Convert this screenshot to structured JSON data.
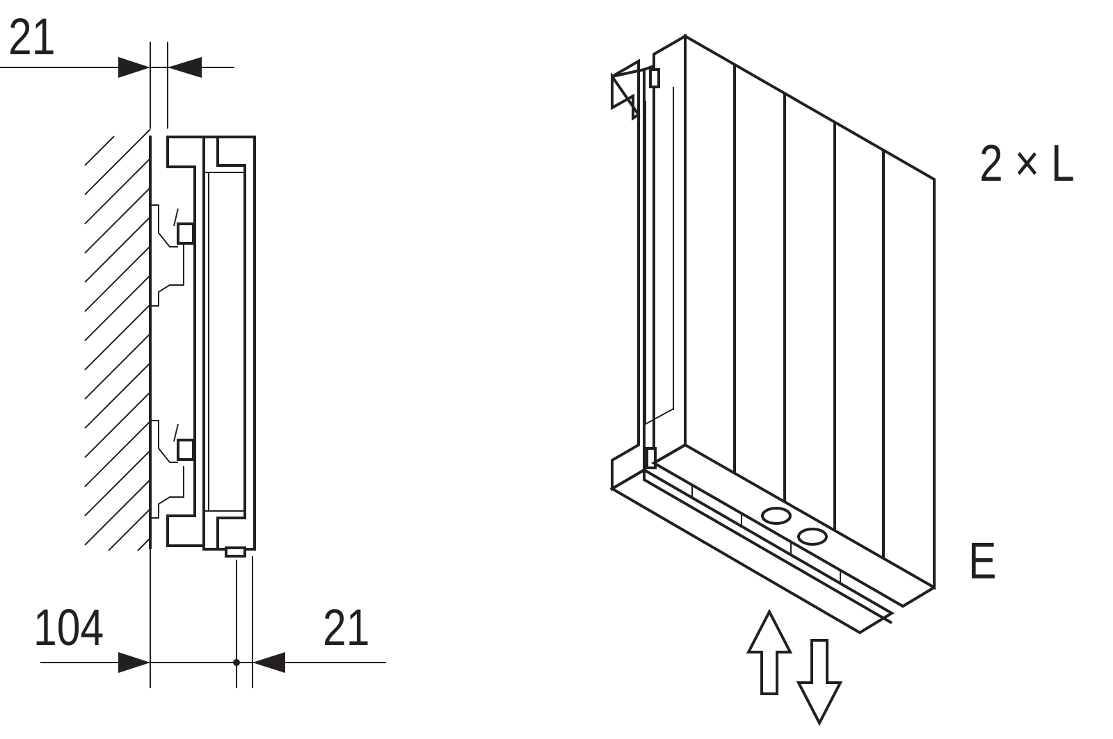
{
  "side_view": {
    "dim_top_label": "21",
    "dim_bottom_left_label": "104",
    "dim_bottom_right_label": "21"
  },
  "iso_view": {
    "quantity_label": "2 × L",
    "connection_label": "E"
  }
}
